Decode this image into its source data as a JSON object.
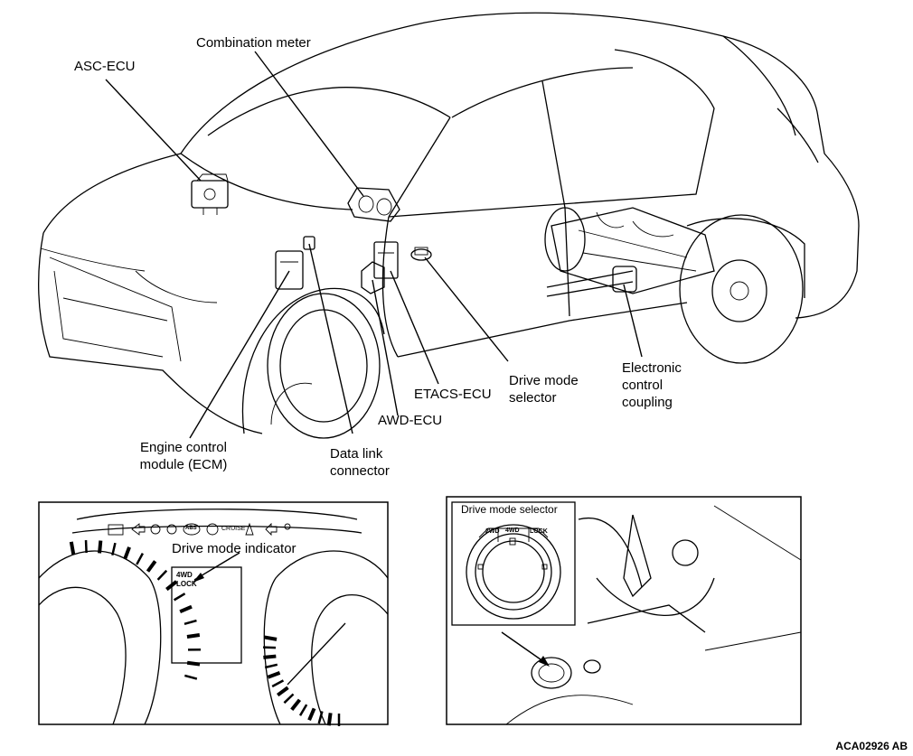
{
  "labels": {
    "asc_ecu": "ASC-ECU",
    "combination_meter": "Combination meter",
    "engine_control_module_l1": "Engine control",
    "engine_control_module_l2": "module (ECM)",
    "data_link_l1": "Data link",
    "data_link_l2": "connector",
    "awd_ecu": "AWD-ECU",
    "etacs_ecu": "ETACS-ECU",
    "drive_mode_selector_l1": "Drive mode",
    "drive_mode_selector_l2": "selector",
    "electronic_coupling_l1": "Electronic",
    "electronic_coupling_l2": "control",
    "electronic_coupling_l3": "coupling"
  },
  "meter_inset": {
    "title": "Drive mode indicator",
    "display_line1": "4WD",
    "display_line2": "LOCK",
    "cruise_text": "CRUISE",
    "abs_text": "ABS"
  },
  "selector_inset": {
    "title": "Drive mode selector",
    "positions": [
      "2WD",
      "4WD",
      "LOCK"
    ]
  },
  "figure_code": "ACA02926 AB"
}
